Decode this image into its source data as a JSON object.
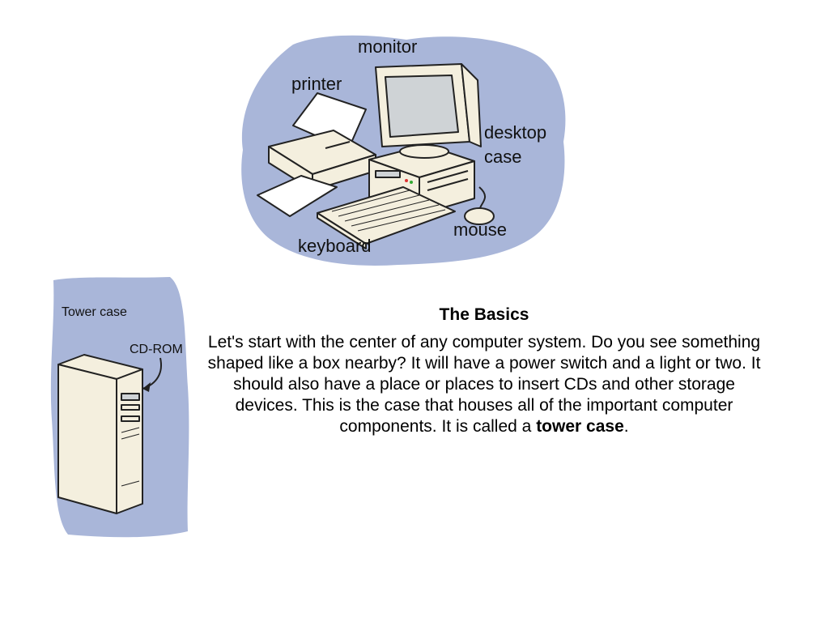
{
  "colors": {
    "blob": "#a9b6d9",
    "line": "#222222",
    "cream": "#f4efde",
    "paper": "#ffffff",
    "screen": "#cfd3d6"
  },
  "computer_illustration": {
    "labels": {
      "monitor": "monitor",
      "printer": "printer",
      "desktop": "desktop",
      "case": "case",
      "mouse": "mouse",
      "keyboard": "keyboard"
    }
  },
  "tower_illustration": {
    "labels": {
      "tower_case": "Tower case",
      "cd_rom": "CD-ROM"
    }
  },
  "article": {
    "heading": "The Basics",
    "body": "Let's start with the center of any computer system. Do you see something shaped like a box nearby? It will have a power switch and a light or two. It should also have a place or places to insert CDs and other storage devices. This is the case that houses all of the important computer components. It is called a ",
    "emphasis": "tower case",
    "ending": "."
  }
}
